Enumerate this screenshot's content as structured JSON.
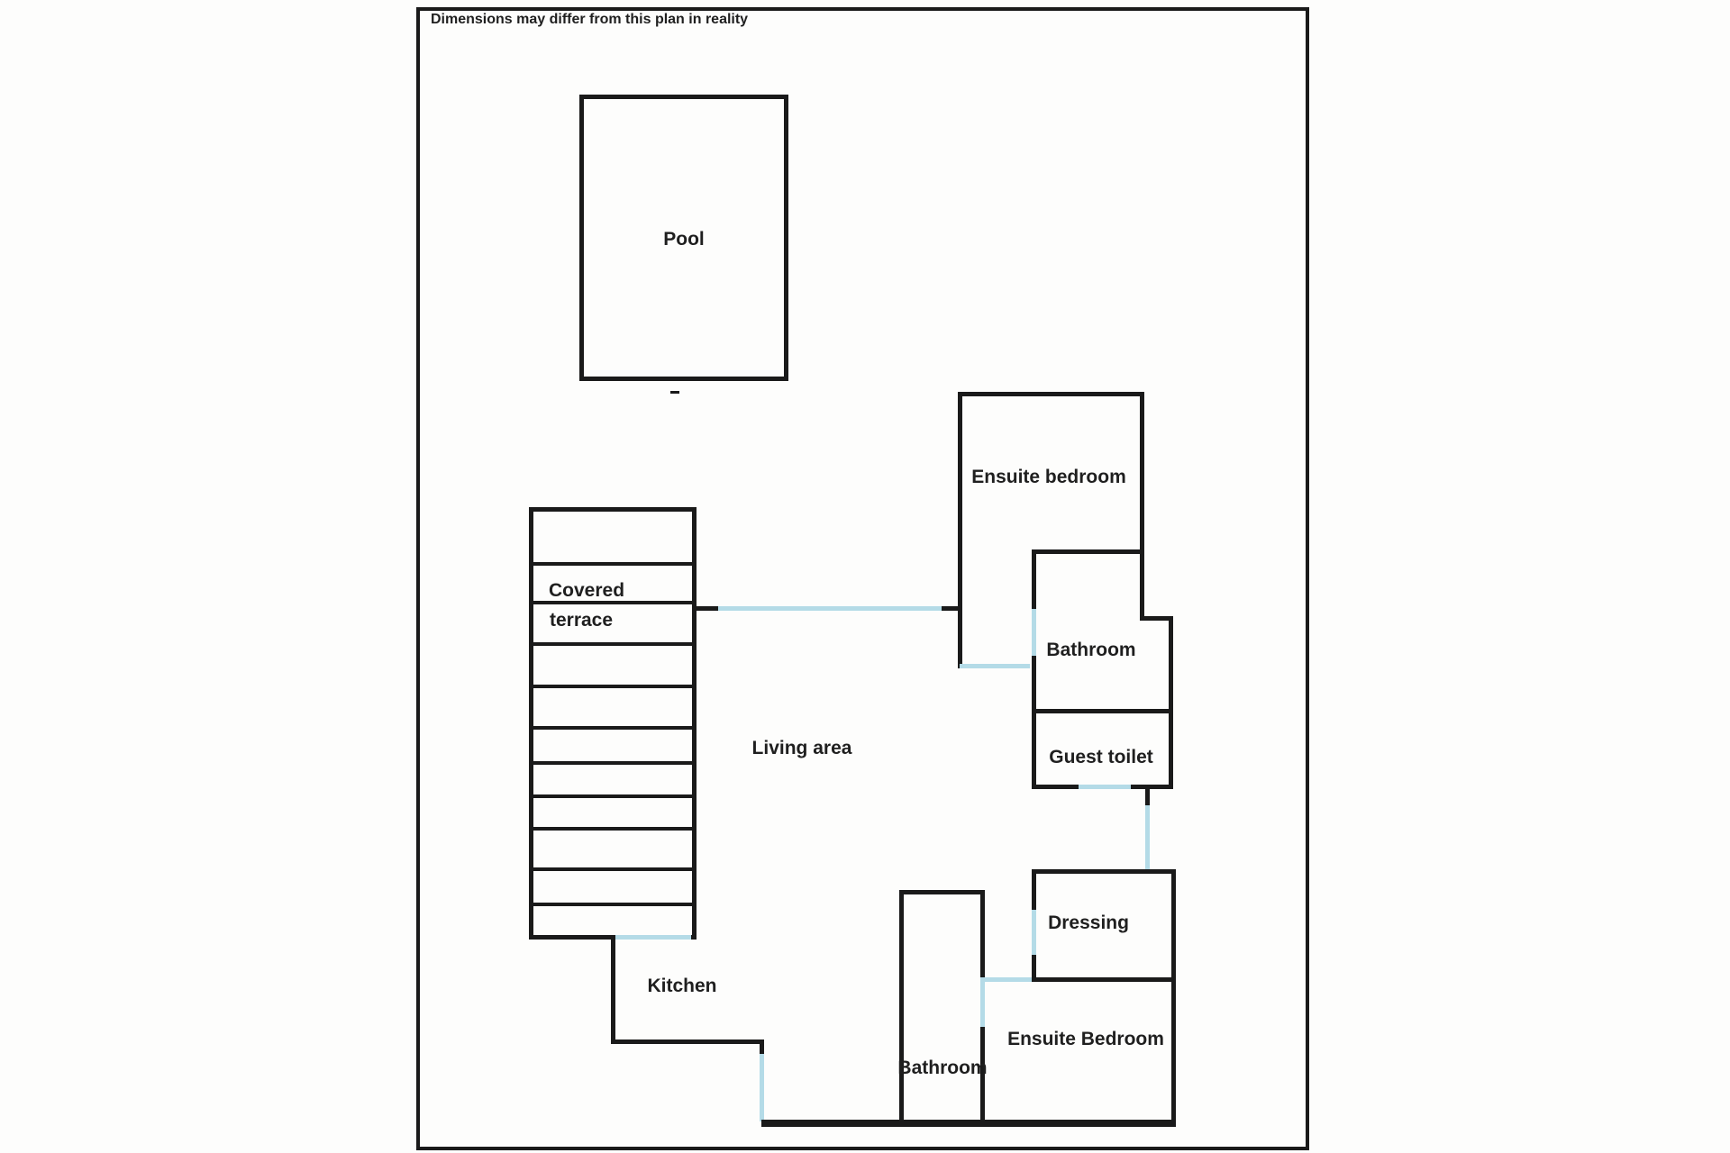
{
  "disclaimer": "Dimensions may differ from this plan in reality",
  "colors": {
    "wall": "#1a1a1a",
    "door": "#b4dbe7",
    "text": "#1f1f1f",
    "bg": "#fdfdfc"
  },
  "labels": {
    "pool": "Pool",
    "covered_line1": "Covered",
    "covered_line2": "terrace",
    "living_area": "Living area",
    "ensuite_bedroom_top": "Ensuite bedroom",
    "bathroom_top": "Bathroom",
    "guest_toilet": "Guest toilet",
    "dressing": "Dressing",
    "ensuite_bedroom_bottom": "Ensuite Bedroom",
    "bathroom_bottom": "Bathroom",
    "kitchen": "Kitchen"
  }
}
